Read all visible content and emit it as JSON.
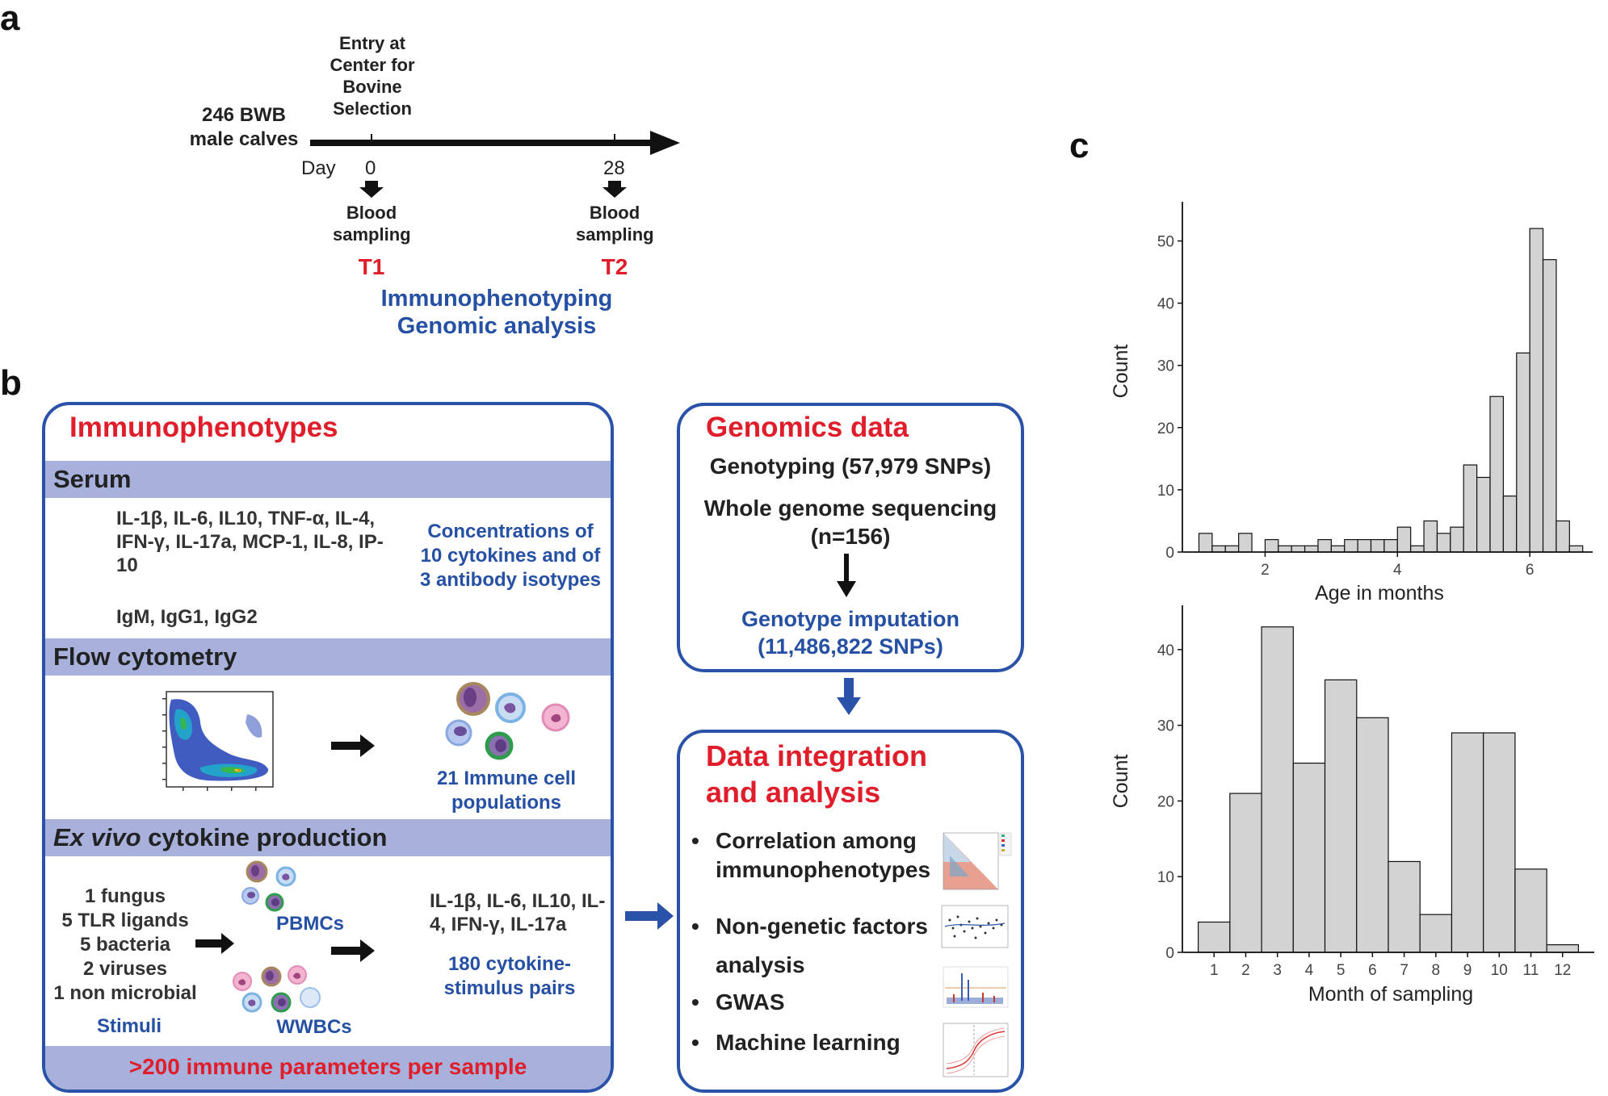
{
  "panel_a": {
    "label": "a",
    "calves": "246 BWB male calves",
    "entry": "Entry at Center for Bovine Selection",
    "day_label": "Day",
    "day0": "0",
    "day28": "28",
    "blood1": "Blood sampling",
    "blood2": "Blood sampling",
    "t1": "T1",
    "t2": "T2",
    "analysis1": "Immunophenotyping",
    "analysis2": "Genomic analysis"
  },
  "panel_b": {
    "label": "b",
    "immuno_title": "Immunophenotypes",
    "serum_title": "Serum",
    "serum_cytokines": "IL-1β,   IL-6,   IL10,   TNF-α, IL-4,  IFN-γ,  IL-17a,  MCP-1, IL-8, IP-10",
    "serum_antibodies": "IgM, IgG1, IgG2",
    "serum_summary": "Concentrations of 10 cytokines and of 3 antibody isotypes",
    "flow_title": "Flow cytometry",
    "flow_summary": "21 Immune cell populations",
    "exvivo_title_italic": "Ex vivo",
    "exvivo_title_rest": " cytokine production",
    "stimuli_list": [
      "1 fungus",
      "5 TLR ligands",
      "5 bacteria",
      "2 viruses",
      "1 non microbial"
    ],
    "stimuli_label": "Stimuli",
    "pbmc_label": "PBMCs",
    "wwbc_label": "WWBCs",
    "exvivo_cytokines": "IL-1β,   IL-6,   IL10, IL-4, IFN-γ, IL-17a",
    "exvivo_summary": "180 cytokine-stimulus pairs",
    "footer": ">200 immune parameters per sample",
    "genomics_title": "Genomics data",
    "genotyping": "Genotyping (57,979 SNPs)",
    "wgs": "Whole genome sequencing (n=156)",
    "imputation": "Genotype imputation (11,486,822 SNPs)",
    "integration_title": "Data integration and analysis",
    "bullets": [
      "Correlation among immunophenotypes",
      "Non-genetic factors analysis",
      "GWAS",
      "Machine learning"
    ],
    "colors": {
      "frame_blue": "#2a52a8",
      "band": "#a7b1db",
      "title_red": "#e01e2b",
      "text_blue": "#2550a3"
    }
  },
  "panel_c": {
    "label": "c"
  },
  "chart_data": [
    {
      "type": "bar",
      "title": "",
      "xlabel": "Age in months",
      "ylabel": "Count",
      "histogram": true,
      "bin_width": 0.2,
      "x": [
        1.0,
        1.2,
        1.4,
        1.6,
        1.8,
        2.0,
        2.2,
        2.4,
        2.6,
        2.8,
        3.0,
        3.2,
        3.4,
        3.6,
        3.8,
        4.0,
        4.2,
        4.4,
        4.6,
        4.8,
        5.0,
        5.2,
        5.4,
        5.6,
        5.8,
        6.0,
        6.2,
        6.4,
        6.6
      ],
      "values": [
        3,
        1,
        1,
        3,
        0,
        2,
        1,
        1,
        1,
        2,
        1,
        2,
        2,
        2,
        2,
        4,
        1,
        5,
        3,
        4,
        14,
        12,
        25,
        9,
        32,
        52,
        47,
        5,
        1
      ],
      "xticks": [
        2,
        4,
        6
      ],
      "yticks": [
        0,
        10,
        20,
        30,
        40,
        50
      ],
      "xlim": [
        0.75,
        6.95
      ],
      "ylim": [
        0,
        55
      ],
      "grid": false
    },
    {
      "type": "bar",
      "title": "",
      "xlabel": "Month of sampling",
      "ylabel": "Count",
      "histogram": true,
      "bin_width": 1,
      "x": [
        0.5,
        1.5,
        2.5,
        3.5,
        4.5,
        5.5,
        6.5,
        7.5,
        8.5,
        9.5,
        10.5,
        11.5,
        12.5
      ],
      "values": [
        4,
        21,
        43,
        25,
        36,
        31,
        12,
        5,
        29,
        29,
        11,
        1
      ],
      "xticks": [
        1,
        2,
        3,
        4,
        5,
        6,
        7,
        8,
        9,
        10,
        11,
        12
      ],
      "yticks": [
        0,
        10,
        20,
        30,
        40
      ],
      "xlim": [
        0.0,
        13.0
      ],
      "ylim": [
        0,
        45
      ],
      "grid": false
    }
  ]
}
